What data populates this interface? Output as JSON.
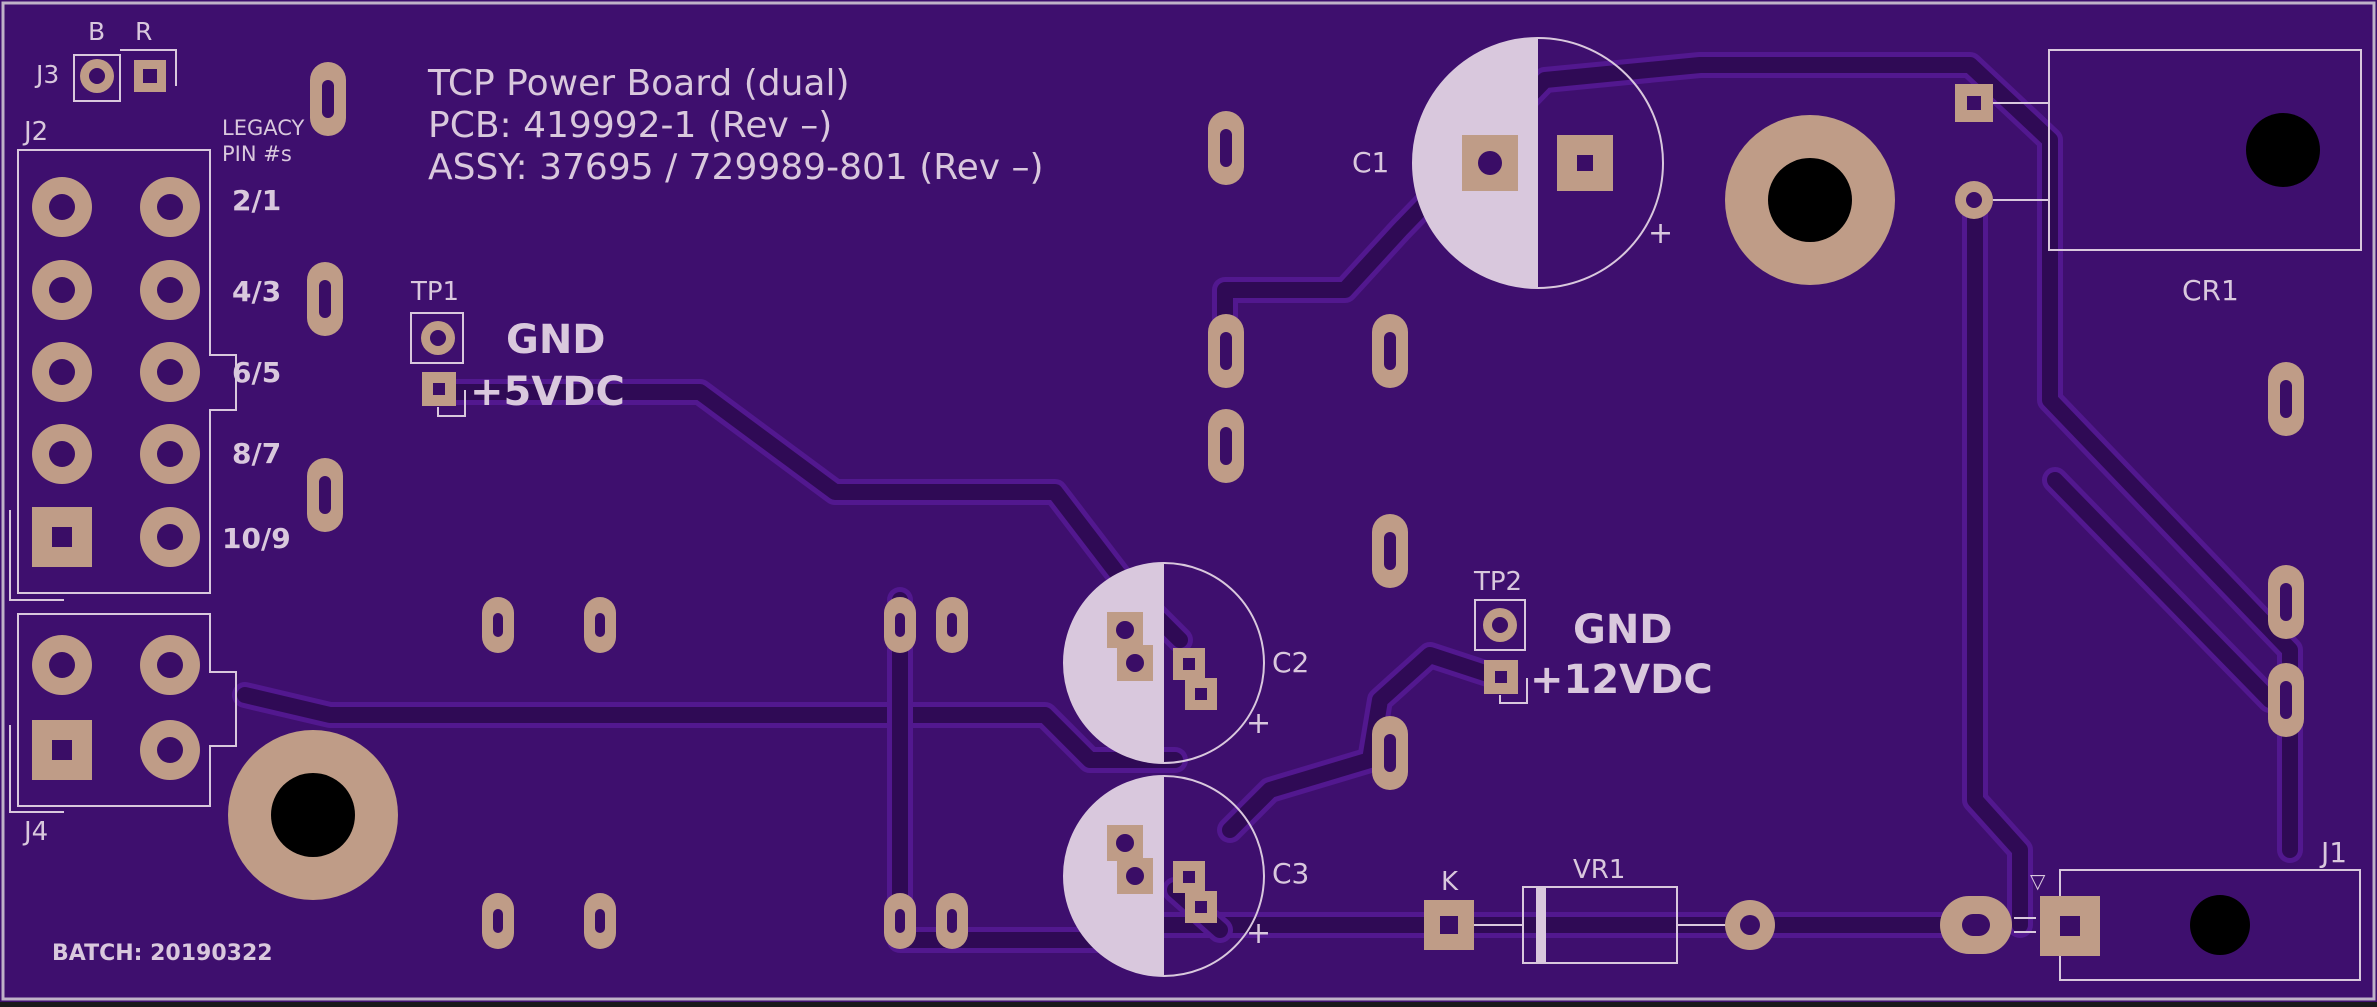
{
  "board": {
    "title_line1": "TCP Power Board (dual)",
    "title_line2": "PCB:  419992-1 (Rev –)",
    "title_line3": "ASSY: 37695 / 729989-801 (Rev –)",
    "batch": "BATCH: 20190322",
    "legacy_line1": "LEGACY",
    "legacy_line2": "PIN #s",
    "colors": {
      "substrate": "#3e0f6e",
      "trace": "#2f0a55",
      "pad": "#bf9c87",
      "silkscreen": "#d9c8dd"
    }
  },
  "refs": {
    "j1": "J1",
    "j2": "J2",
    "j3": "J3",
    "j4": "J4",
    "c1": "C1",
    "c2": "C2",
    "c3": "C3",
    "cr1": "CR1",
    "vr1": "VR1",
    "tp1": "TP1",
    "tp2": "TP2",
    "j3_b": "B",
    "j3_r": "R",
    "vr1_k": "K",
    "plus": "+",
    "triangle": "▽"
  },
  "test_points": {
    "tp1_gnd": "GND",
    "tp1_v": "+5VDC",
    "tp2_gnd": "GND",
    "tp2_v": "+12VDC"
  },
  "pin_labels": [
    "2/1",
    "4/3",
    "6/5",
    "8/7",
    "10/9"
  ]
}
